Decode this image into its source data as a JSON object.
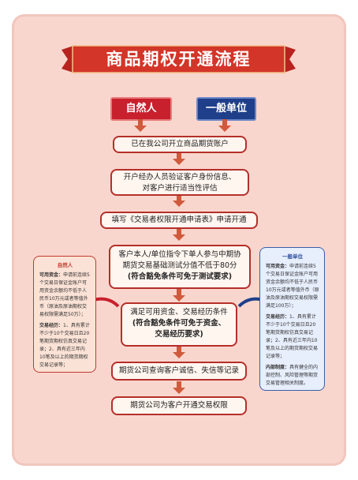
{
  "title": "商品期权开通流程",
  "tags": {
    "left": "自然人",
    "right": "一般单位"
  },
  "steps": [
    {
      "text": "已在我公司开立商品期货账户"
    },
    {
      "line1": "开户经办人员验证客户身份信息、",
      "line2": "对客户进行适当性评估"
    },
    {
      "text": "填写《交易者权限开通申请表》申请开通"
    },
    {
      "line1": "客户本人/单位指令下单人参与中期协",
      "line2": "期货交易基础测试分值不低于80分",
      "em": "(符合豁免条件可免于测试要求)"
    },
    {
      "line1": "满足可用资金、交易经历条件",
      "em1": "(符合豁免条件可免于资金、",
      "em2": "交易经历要求)"
    },
    {
      "text": "期货公司查询客户诚信、失信等记录"
    },
    {
      "text": "期货公司为客户开通交易权限"
    }
  ],
  "left_panel": {
    "heading": "自然人",
    "funds_label": "可用资金：",
    "funds_text": "申请前连续5个交易日保证金账户可用资金余额均不低于人民币10万元或者等值外币（原油及原油期权交易权限需满足50万）；",
    "exp_label": "交易经历：",
    "exp_text": "1、具有累计不少于10个交易日且20笔期货期权仿真交易记录；2、具有近三年内10笔及以上的期货期权交易记录等；"
  },
  "right_panel": {
    "heading": "一般单位",
    "funds_label": "可用资金：",
    "funds_text": "申请前连续5个交易日保证金账户可用资金余额均不低于人民币10万元或者等值外币（原油及原油期权交易权限需满足100万）；",
    "exp_label": "交易经历：",
    "exp_text": "1、具有累计不少于10个交易日且20笔期货期权仿真交易记录；2、具有近三年内10笔及以上的期货期权交易记录等；",
    "sys_label": "内部制度：",
    "sys_text": "具有健全的内部控制、风险管理等期货交易管理相关制度。"
  },
  "colors": {
    "accent_red": "#c8202d",
    "accent_blue": "#1f3f8a",
    "card_bg": "#f9d6cd",
    "arrow": "#d05a3c"
  }
}
